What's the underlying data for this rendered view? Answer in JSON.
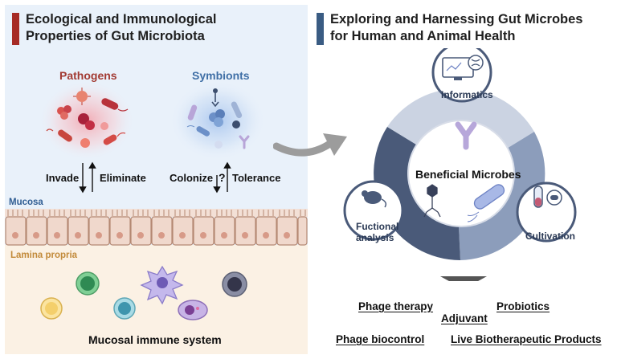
{
  "left_panel": {
    "title_line1": "Ecological and Immunological",
    "title_line2": "Properties of Gut Microbiota",
    "pathogens_label": "Pathogens",
    "symbionts_label": "Symbionts",
    "invade": "Invade",
    "eliminate": "Eliminate",
    "colonize": "Colonize",
    "question": "?",
    "tolerance": "Tolerance",
    "mucosa": "Mucosa",
    "lamina_propria": "Lamina propria",
    "immune_system": "Mucosal immune system"
  },
  "right_panel": {
    "title_line1": "Exploring and Harnessing Gut Microbes",
    "title_line2": "for Human and Animal Health",
    "center_label": "Beneficial Microbes",
    "informatics": "Informatics",
    "functional_line1": "Fuctional",
    "functional_line2": "analysis",
    "cultivation": "Cultivation",
    "applications": {
      "phage_therapy": "Phage therapy",
      "adjuvant": "Adjuvant",
      "probiotics": "Probiotics",
      "phage_biocontrol": "Phage biocontrol",
      "live_products": "Live Biotherapeutic Products"
    }
  },
  "colors": {
    "left_bg": "#e9f1fa",
    "lamina_bg": "#fbf1e4",
    "accent_red": "#a62b25",
    "accent_blue": "#3a5c83",
    "pathogen_text": "#a23a32",
    "symbiont_text": "#3f6fa6",
    "ring_dark": "#4a5f7e",
    "ring_light": "#c8d0df"
  }
}
